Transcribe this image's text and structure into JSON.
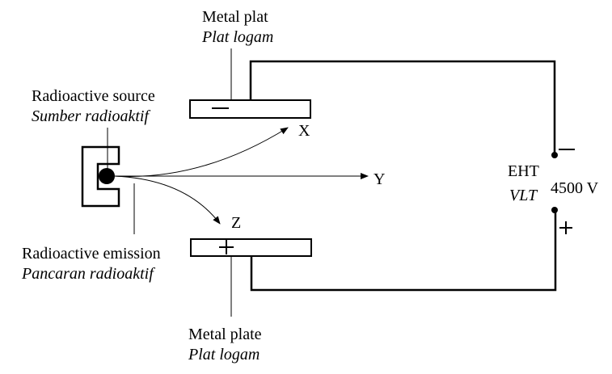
{
  "labels": {
    "top_plate": {
      "english": "Metal plat",
      "malay": "Plat logam"
    },
    "bottom_plate": {
      "english": "Metal plate",
      "malay": "Plat logam"
    },
    "source": {
      "english": "Radioactive source",
      "malay": "Sumber radioaktif"
    },
    "emission": {
      "english": "Radioactive emission",
      "malay": "Pancaran radioaktif"
    },
    "supply": {
      "english": "EHT",
      "malay": "VLT",
      "voltage": "4500 V"
    }
  },
  "plates": {
    "top_sign": "−",
    "bottom_sign": "+"
  },
  "terminals": {
    "top_sign": "−",
    "bottom_sign": "+"
  },
  "rays": [
    {
      "id": "X",
      "label": "X",
      "deflection": "toward negative plate"
    },
    {
      "id": "Y",
      "label": "Y",
      "deflection": "undeflected"
    },
    {
      "id": "Z",
      "label": "Z",
      "deflection": "toward positive plate"
    }
  ],
  "colors": {
    "stroke": "#000000",
    "background": "#ffffff"
  }
}
